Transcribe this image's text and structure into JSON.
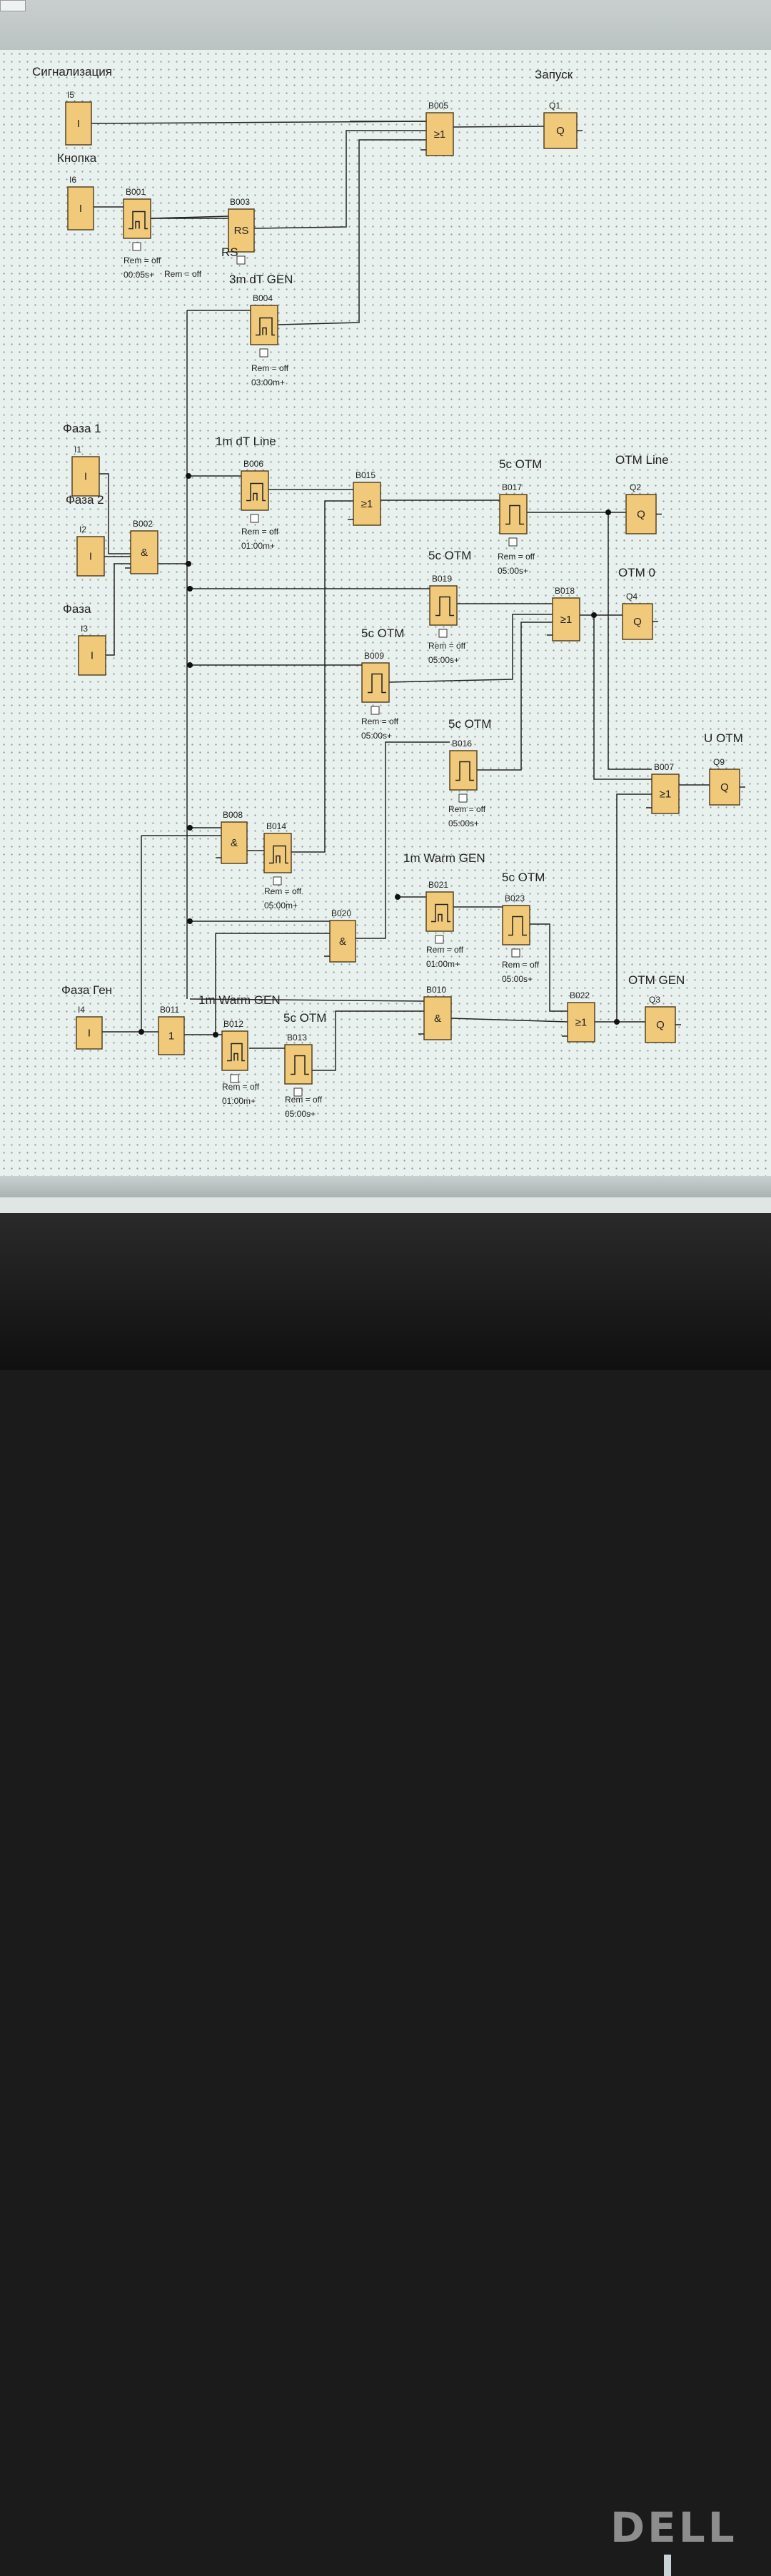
{
  "diagram": {
    "blocks": [
      {
        "id": "I5",
        "label": "I5",
        "title": "Сигнализация",
        "sym": "I"
      },
      {
        "id": "I6",
        "label": "I6",
        "title": "Кнопка",
        "sym": "I"
      },
      {
        "id": "I1",
        "label": "I1",
        "title": "Фаза 1",
        "sym": "I"
      },
      {
        "id": "I2",
        "label": "I2",
        "title": "Фаза 2",
        "sym": "I"
      },
      {
        "id": "I3",
        "label": "I3",
        "title": "Фаза",
        "sym": "I"
      },
      {
        "id": "I4",
        "label": "I4",
        "title": "Фаза Ген",
        "sym": "I"
      },
      {
        "id": "B001",
        "label": "B001",
        "title": "",
        "sym": "pulse",
        "param": [
          "Rem = off",
          "00:05s+"
        ]
      },
      {
        "id": "B003",
        "label": "B003",
        "title": "RS",
        "sym": "RS",
        "param": [
          "Rem = off"
        ]
      },
      {
        "id": "B004",
        "label": "B004",
        "title": "3m dT GEN",
        "sym": "pulse",
        "param": [
          "Rem = off",
          "03:00m+"
        ]
      },
      {
        "id": "B005",
        "label": "B005",
        "title": "",
        "sym": "≥1"
      },
      {
        "id": "Q1",
        "label": "Q1",
        "title": "Запуск",
        "sym": "Q"
      },
      {
        "id": "B002",
        "label": "B002",
        "title": "",
        "sym": "&"
      },
      {
        "id": "B006",
        "label": "B006",
        "title": "1m dT Line",
        "sym": "pulse",
        "param": [
          "Rem = off",
          "01:00m+"
        ]
      },
      {
        "id": "B015",
        "label": "B015",
        "title": "",
        "sym": "≥1"
      },
      {
        "id": "B017",
        "label": "B017",
        "title": "5c OTM",
        "sym": "step",
        "param": [
          "Rem = off",
          "05:00s+"
        ]
      },
      {
        "id": "Q2",
        "label": "Q2",
        "title": "OTM Line",
        "sym": "Q"
      },
      {
        "id": "B019",
        "label": "B019",
        "title": "5c OTM",
        "sym": "step",
        "param": [
          "Rem = off",
          "05:00s+"
        ]
      },
      {
        "id": "B018",
        "label": "B018",
        "title": "",
        "sym": "≥1"
      },
      {
        "id": "Q4",
        "label": "Q4",
        "title": "OTM 0",
        "sym": "Q"
      },
      {
        "id": "B009",
        "label": "B009",
        "title": "5c OTM",
        "sym": "step",
        "param": [
          "Rem = off",
          "05:00s+"
        ]
      },
      {
        "id": "B016",
        "label": "B016",
        "title": "5c OTM",
        "sym": "step",
        "param": [
          "Rem = off",
          "05:00s+"
        ]
      },
      {
        "id": "B007",
        "label": "B007",
        "title": "",
        "sym": "≥1"
      },
      {
        "id": "Q9",
        "label": "Q9",
        "title": "U OTM",
        "sym": "Q"
      },
      {
        "id": "B008",
        "label": "B008",
        "title": "",
        "sym": "&"
      },
      {
        "id": "B014",
        "label": "B014",
        "title": "5m Alarm",
        "sym": "pulse",
        "param": [
          "Rem = off",
          "05:00m+"
        ]
      },
      {
        "id": "B020",
        "label": "B020",
        "title": "",
        "sym": "&"
      },
      {
        "id": "B021",
        "label": "B021",
        "title": "1m Warm GEN",
        "sym": "pulse",
        "param": [
          "Rem = off",
          "01:00m+"
        ]
      },
      {
        "id": "B023",
        "label": "B023",
        "title": "5c OTM",
        "sym": "step",
        "param": [
          "Rem = off",
          "05:00s+"
        ]
      },
      {
        "id": "B010",
        "label": "B010",
        "title": "",
        "sym": "&"
      },
      {
        "id": "B022",
        "label": "B022",
        "title": "",
        "sym": "≥1"
      },
      {
        "id": "Q3",
        "label": "Q3",
        "title": "OTM GEN",
        "sym": "Q"
      },
      {
        "id": "B011",
        "label": "B011",
        "title": "",
        "sym": "1"
      },
      {
        "id": "B012",
        "label": "B012",
        "title": "1m Warm GEN",
        "sym": "pulse",
        "param": [
          "Rem = off",
          "01:00m+"
        ]
      },
      {
        "id": "B013",
        "label": "B013",
        "title": "5c OTM",
        "sym": "step",
        "param": [
          "Rem = off",
          "05:00s+"
        ]
      }
    ],
    "brand": "DELL"
  }
}
